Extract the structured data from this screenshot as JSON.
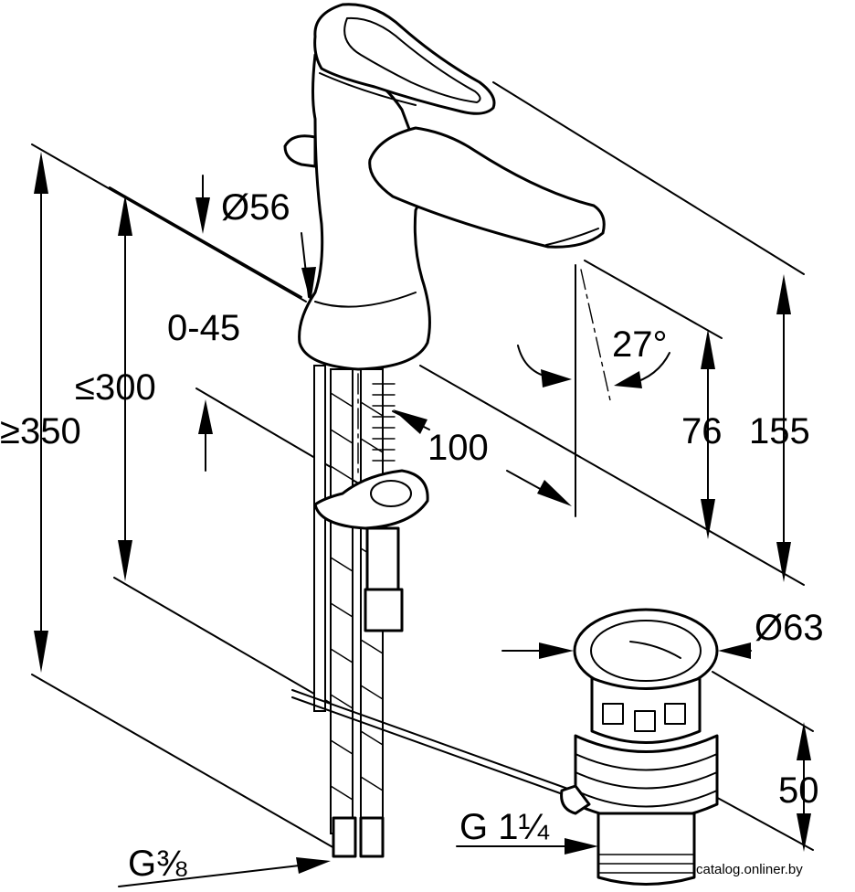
{
  "dimensions": {
    "aerator_diameter": "Ø56",
    "swivel_range": "0-45",
    "max_300": "≤300",
    "min_350": "≥350",
    "reach": "100",
    "spout_height": "76",
    "total_height": "155",
    "spray_angle": "27°",
    "waste_diameter": "Ø63",
    "waste_height": "50",
    "waste_thread": "G 1¼",
    "hose_thread": "G⅜"
  },
  "watermark": "catalog.onliner.by"
}
